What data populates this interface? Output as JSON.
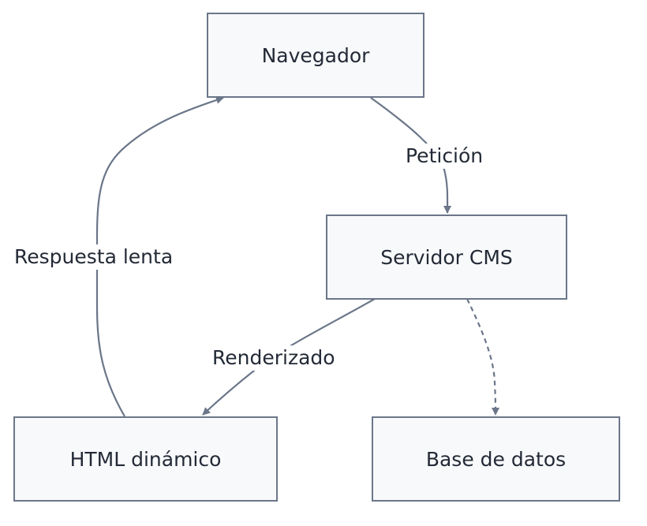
{
  "nodes": {
    "navegador": "Navegador",
    "servidor": "Servidor CMS",
    "html": "HTML dinámico",
    "base": "Base de datos"
  },
  "edges": {
    "peticion": "Petición",
    "renderizado": "Renderizado",
    "respuesta": "Respuesta lenta"
  },
  "colors": {
    "stroke": "#6b7689",
    "node_fill": "#f8f9fb",
    "text": "#232a36"
  }
}
